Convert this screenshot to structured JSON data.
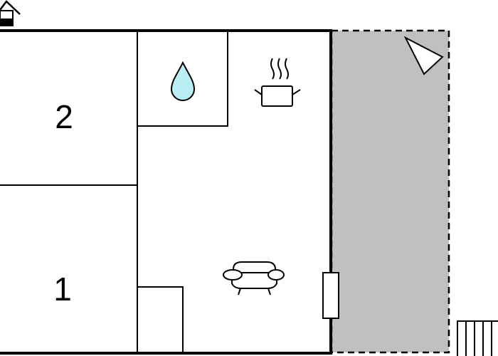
{
  "rooms": [
    {
      "id": "bedroom-2",
      "label": "2"
    },
    {
      "id": "bedroom-1",
      "label": "1"
    }
  ],
  "icons": [
    "house-icon",
    "water-drop-icon",
    "cooking-pot-icon",
    "sofa-icon",
    "compass-icon",
    "stairs-icon",
    "door-icon"
  ],
  "colors": {
    "wall": "#000000",
    "terrace": "#c0c0c0",
    "water": "#b8eef4",
    "background": "#ffffff"
  }
}
